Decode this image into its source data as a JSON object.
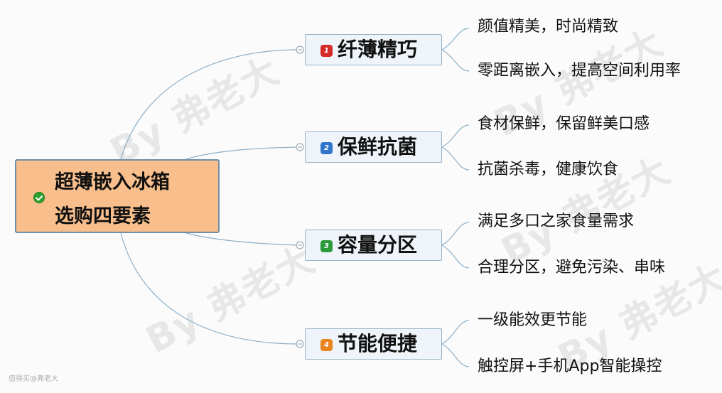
{
  "root": {
    "line1": "超薄嵌入冰箱",
    "line2": "选购四要素",
    "icon": "check-circle-icon"
  },
  "branches": [
    {
      "number": "1",
      "label": "纤薄精巧",
      "badge_color": "#d42a2a",
      "leaves": [
        "颜值精美，时尚精致",
        "零距离嵌入，提高空间利用率"
      ]
    },
    {
      "number": "2",
      "label": "保鲜抗菌",
      "badge_color": "#2f74c9",
      "leaves": [
        "食材保鲜，保留鲜美口感",
        "抗菌杀毒，健康饮食"
      ]
    },
    {
      "number": "3",
      "label": "容量分区",
      "badge_color": "#2c9a3a",
      "leaves": [
        "满足多口之家食量需求",
        "合理分区，避免污染、串味"
      ]
    },
    {
      "number": "4",
      "label": "节能便捷",
      "badge_color": "#e8851f",
      "leaves": [
        "一级能效更节能",
        "触控屏+手机App智能操控"
      ]
    }
  ],
  "watermark": "By 弗老大",
  "footer": "值得买@弗老大",
  "colors": {
    "root_fill": "#f8bf8d",
    "root_border": "#6f8fa8",
    "branch_fill": "#eef4f9",
    "branch_border": "#98b3c8",
    "connector": "#8fb0c8"
  }
}
